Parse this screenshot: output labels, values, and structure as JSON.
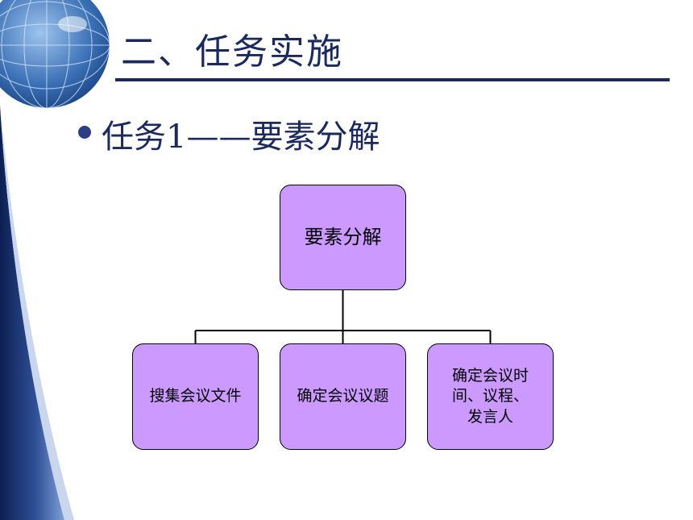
{
  "slide": {
    "title": "二、任务实施",
    "subtitle": "任务1——要素分解",
    "accent_color": "#1b2a5e"
  },
  "diagram": {
    "root": {
      "label": "要素分解"
    },
    "children": [
      {
        "label": "搜集会议文件"
      },
      {
        "label": "确定会议议题"
      },
      {
        "label": "确定会议时\n间、议程、\n发言人"
      }
    ],
    "node_fill": "#cc99ff",
    "node_border": "#000000"
  }
}
